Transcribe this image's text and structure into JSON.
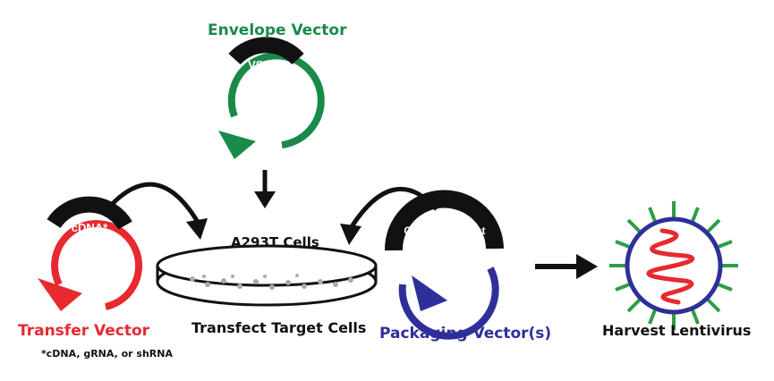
{
  "colors": {
    "envelope": "#1a8a4a",
    "transfer": "#e62a2f",
    "packaging": "#2f2f9a",
    "black": "#111111",
    "virus_spike": "#2e9e45",
    "virus_rna": "#e62a2f",
    "virus_capsid": "#2f2f9a"
  },
  "envelope": {
    "title": "Envelope Vector",
    "insert": "VSV-G"
  },
  "transfer": {
    "title": "Transfer Vector",
    "insert": "cDNA*",
    "note": "*cDNA, gRNA, or shRNA"
  },
  "packaging": {
    "title": "Packaging Vector(s)",
    "insert": "Gag/Pol/Rev/Tat"
  },
  "cells": {
    "label": "A293T Cells",
    "step": "Transfect Target Cells"
  },
  "harvest": {
    "label": "Harvest Lentivirus"
  },
  "icons": [
    "plasmid-icon",
    "petri-dish-icon",
    "lentivirus-icon",
    "arrow-icon"
  ]
}
